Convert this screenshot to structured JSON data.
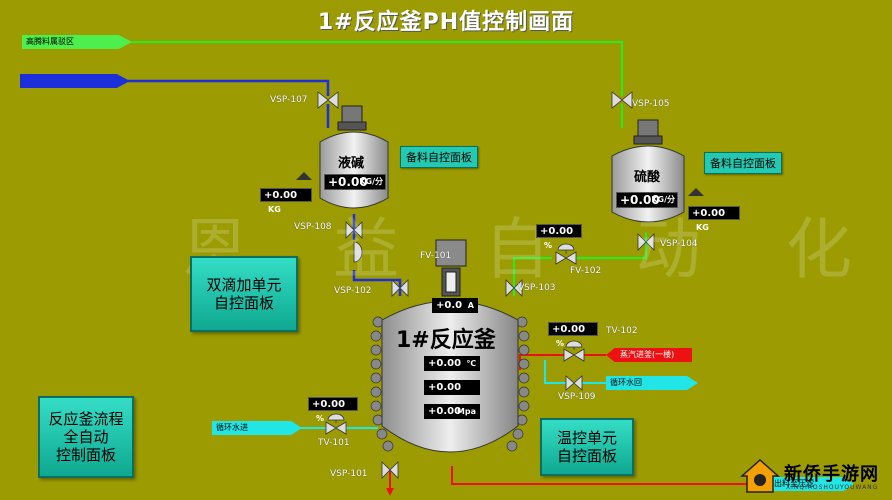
{
  "title": "1#反应釜PH值控制画面",
  "watermark": "恩 益 自 动 化",
  "lines": {
    "top_line_label": "高腾料属驳区",
    "blue_line_label": ""
  },
  "valves": {
    "vsp107": "VSP-107",
    "vsp105": "VSP-105",
    "vsp108": "VSP-108",
    "vsp102": "VSP-102",
    "vsp103": "VSP-103",
    "vsp104": "VSP-104",
    "vsp109": "VSP-109",
    "vsp101": "VSP-101",
    "fv101": "FV-101",
    "fv102": "FV-102",
    "tv101": "TV-101",
    "tv102": "TV-102"
  },
  "tank_lye": {
    "name": "液碱",
    "value": "+0.00",
    "unit": "KG/分",
    "level_value": "+0.00",
    "level_unit": "KG",
    "panel_button": "备料自控面板"
  },
  "tank_acid": {
    "name": "硫酸",
    "value": "+0.00",
    "unit": "KG/分",
    "level_value": "+0.00",
    "level_unit": "KG",
    "panel_button": "备料自控面板"
  },
  "fv102_reading": {
    "value": "+0.00",
    "unit": "%"
  },
  "tv102_reading": {
    "value": "+0.00",
    "unit": "%"
  },
  "tv101_reading": {
    "value": "+0.00",
    "unit": "%"
  },
  "reactor": {
    "name": "1#反应釜",
    "current": {
      "value": "+0.0",
      "unit": "A"
    },
    "temp": {
      "value": "+0.00",
      "unit": "℃"
    },
    "ph": {
      "value": "+0.00",
      "unit": ""
    },
    "pressure": {
      "value": "+0.00",
      "unit": "Mpa"
    }
  },
  "flags": {
    "steam": "蒸汽进釜(一楼)",
    "circ_return": "循环水回",
    "circ_in": "循环水进",
    "bottom_out": "出料至压滤"
  },
  "buttons": {
    "drip": "双滴加单元\n自控面板",
    "flow": "反应釜流程\n全自动\n控制面板",
    "temp": "温控单元\n自控面板"
  },
  "logo": {
    "text": "新侨手游网",
    "sub": "XINQIAOSHOUYOUWANG"
  }
}
